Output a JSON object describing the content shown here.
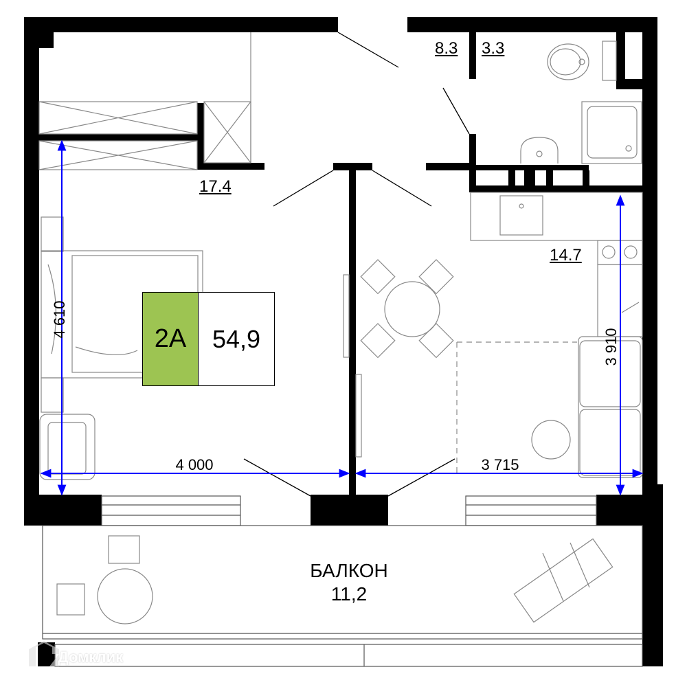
{
  "plan": {
    "apartment_type": "2A",
    "total_area": "54,9",
    "badge_color": "#9dc452",
    "rooms": [
      {
        "name": "bedroom",
        "area": "17.4"
      },
      {
        "name": "hall",
        "area": "8.3"
      },
      {
        "name": "bathroom",
        "area": "3.3"
      },
      {
        "name": "kitchen",
        "area": "14.7"
      }
    ],
    "balcony": {
      "label": "БАЛКОН",
      "area": "11,2"
    },
    "dimensions": {
      "bedroom_depth": "4 610",
      "kitchen_depth": "3 910",
      "bedroom_width": "4 000",
      "kitchen_width": "3 715"
    },
    "dimension_color": "#0000ff",
    "watermark": "Домклик"
  }
}
